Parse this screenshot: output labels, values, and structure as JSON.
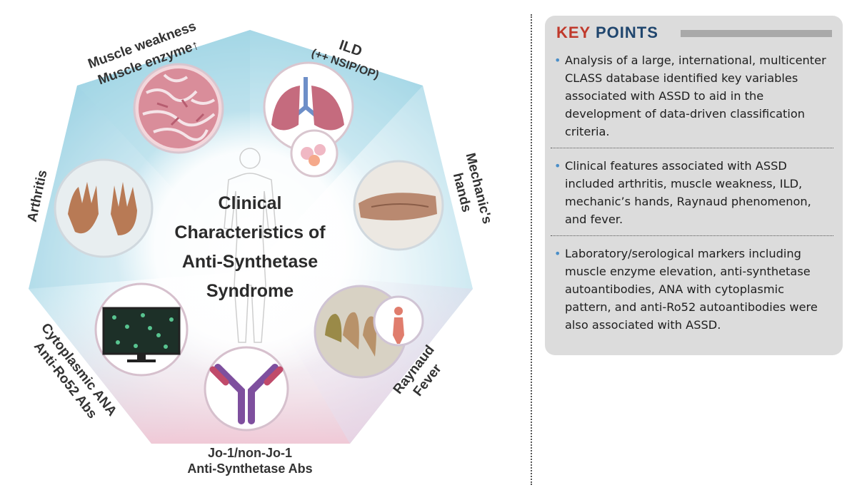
{
  "diagram": {
    "center_title_lines": [
      "Clinical",
      "Characteristics of",
      "Anti-Synthetase",
      "Syndrome"
    ],
    "labels": {
      "muscle_line1": "Muscle weakness",
      "muscle_line2": "Muscle enzyme↑",
      "ild_line1": "ILD",
      "ild_line2": "(++ NSIP/OP)",
      "mechanics_line1": "Mechanic's",
      "mechanics_line2": "hands",
      "raynaud_line1": "Raynaud",
      "raynaud_line2": "Fever",
      "jo1_line1": "Jo-1/non-Jo-1",
      "jo1_line2": "Anti-Synthetase Abs",
      "ana_line1": "Cytoplasmic ANA",
      "ana_line2": "Anti-Ro52 Abs",
      "arthritis": "Arthritis"
    },
    "colors": {
      "blue": "#8fcde0",
      "pink": "#f1c6d4",
      "lavender": "#d9c8e0"
    }
  },
  "key_points": {
    "title_word1": "KEY",
    "title_word2": "POINTS",
    "items": [
      "Analysis of a large, international, multicenter CLASS database identified key variables associated with ASSD to aid in the development of data-driven classification criteria.",
      "Clinical features associated with ASSD included arthritis, muscle weakness, ILD, mechanic’s hands, Raynaud phenomenon, and fever.",
      "Laboratory/serological markers including muscle enzyme elevation, anti-synthetase autoantibodies,  ANA with cytoplasmic pattern, and anti-Ro52 autoantibodies were also associated with ASSD."
    ]
  }
}
